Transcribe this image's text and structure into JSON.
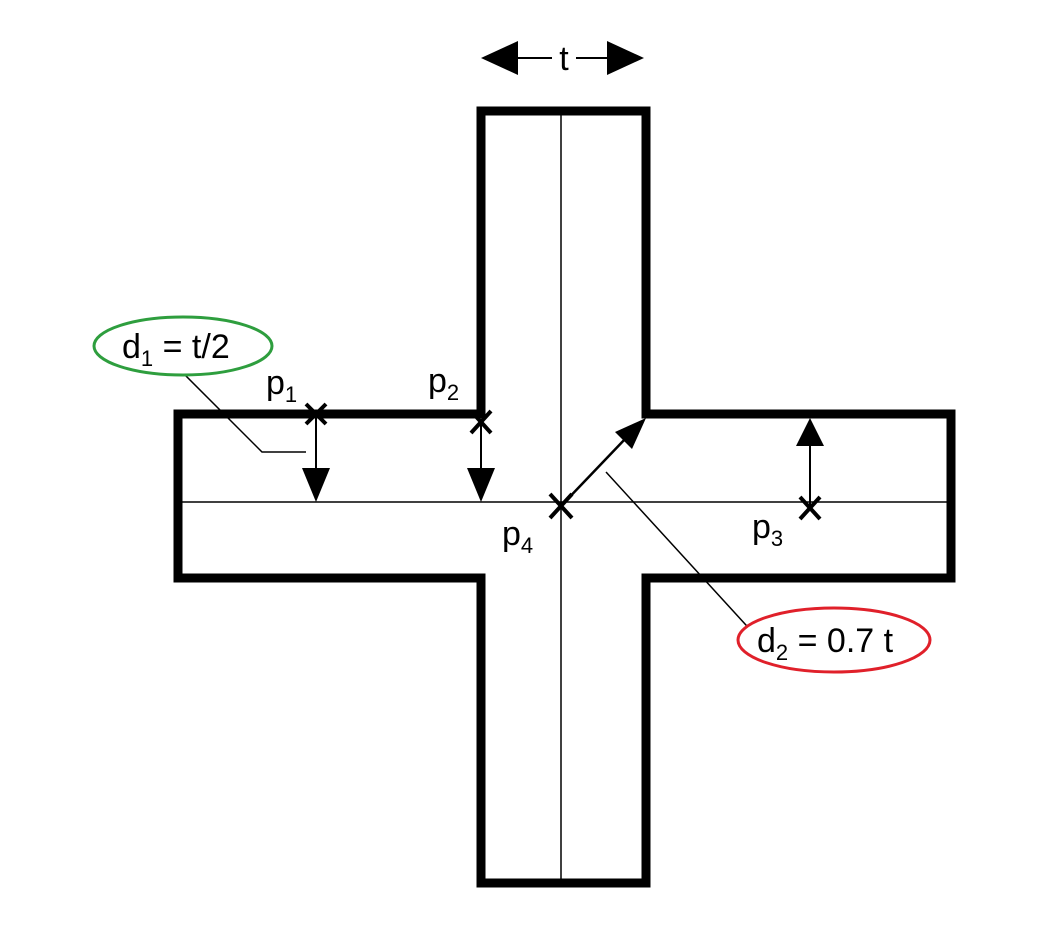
{
  "thickness_label": "t",
  "points": {
    "p1": {
      "base": "p",
      "sub": "1"
    },
    "p2": {
      "base": "p",
      "sub": "2"
    },
    "p3": {
      "base": "p",
      "sub": "3"
    },
    "p4": {
      "base": "p",
      "sub": "4"
    }
  },
  "callouts": {
    "d1": {
      "base": "d",
      "sub": "1",
      "rest": " = t/2",
      "color": "#2e9e3e"
    },
    "d2": {
      "base": "d",
      "sub": "2",
      "rest": " = 0.7 t",
      "color": "#e0202a"
    }
  }
}
